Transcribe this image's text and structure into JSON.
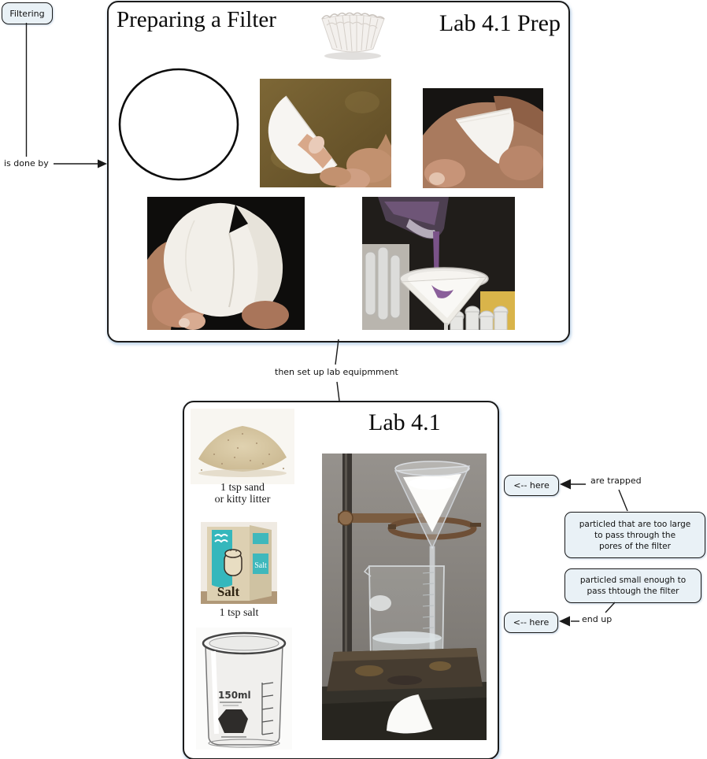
{
  "colors": {
    "node_fill": "#e9f1f6",
    "node_border": "#1a1a1a",
    "panel_border": "#1a1a1a",
    "connector": "#1a1a1a",
    "purple_liquid": "#7a5288",
    "salt_teal": "#35b7bc"
  },
  "nodes": {
    "filtering": {
      "label": "Filtering"
    },
    "here_top": {
      "label": "<-- here"
    },
    "here_bottom": {
      "label": "<-- here"
    },
    "particles_large": {
      "lines": [
        "particled that are too large",
        "to pass through the",
        "pores of the filter"
      ]
    },
    "particles_small": {
      "lines": [
        "particled small enough to",
        "pass thtough the filter"
      ]
    }
  },
  "links": {
    "is_done_by": "is done by",
    "then_setup": "then set up lab equipmment",
    "are_trapped": "are trapped",
    "end_up": "end up"
  },
  "prep_panel": {
    "title": "Preparing a Filter",
    "subtitle": "Lab 4.1 Prep",
    "images": {
      "coffee_filter": "basket-coffee-filter",
      "flat_filter": "flat-round-filter-paper",
      "half_fold": "filter-folded-in-half",
      "quarter_fold": "filter-folded-in-quarters",
      "open_cone": "filter-opened-into-cone",
      "pouring": "pouring-mixture-through-filter-funnel"
    }
  },
  "lab_panel": {
    "title": "Lab 4.1",
    "sand_caption_line1": "1 tsp sand",
    "sand_caption_line2": "or kitty litter",
    "salt_caption": "1 tsp salt",
    "salt_label": "Salt",
    "beaker_label": "150ml",
    "main_photo": "ring-stand-funnel-filtering-setup"
  }
}
